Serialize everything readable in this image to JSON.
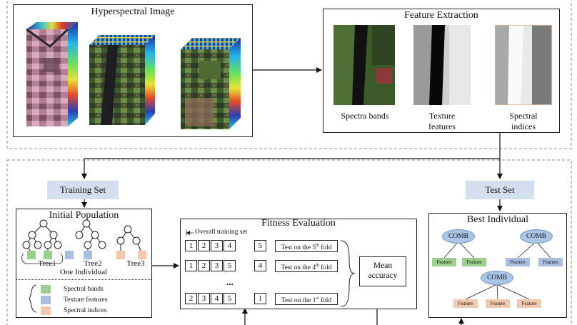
{
  "colors": {
    "spectral_bands": "#9ccf8f",
    "texture_features": "#a9bde0",
    "spectral_indices": "#f3c8ad",
    "label_bg": "#d3deee",
    "comb_node": "#a9c6e8"
  },
  "hyperspectral": {
    "title": "Hyperspectral Image"
  },
  "feature_extraction": {
    "title": "Feature Extraction",
    "items": [
      {
        "label": "Spectra bands"
      },
      {
        "label": "Texture features"
      },
      {
        "label": "Spectral indices"
      }
    ]
  },
  "training_set": {
    "label": "Training Set"
  },
  "test_set": {
    "label": "Test Set"
  },
  "initial_population": {
    "title": "Initial Population",
    "trees": [
      "Tree1",
      "Tree2",
      "Tree3"
    ],
    "individual_label": "One Individual",
    "legend": [
      "Spectral bands",
      "Texture features",
      "Spectral indices"
    ]
  },
  "fitness": {
    "title": "Fitness Evaluation",
    "overall_label": "Overall training set",
    "rows": [
      {
        "folds": [
          "1",
          "2",
          "3",
          "4"
        ],
        "test_fold": "5",
        "test_prefix": "Test on the 5",
        "test_sup": "th",
        "test_suffix": " fold"
      },
      {
        "folds": [
          "1",
          "2",
          "3",
          "5"
        ],
        "test_fold": "4",
        "test_prefix": "Test on the 4",
        "test_sup": "th",
        "test_suffix": " fold"
      },
      {
        "folds": [
          "2",
          "3",
          "4",
          "5"
        ],
        "test_fold": "1",
        "test_prefix": "Test on the 1",
        "test_sup": "st",
        "test_suffix": " fold"
      }
    ],
    "ellipsis": "...",
    "mean_accuracy": "Mean accuracy"
  },
  "best_individual": {
    "title": "Best Individual",
    "comb_label": "COMB",
    "feature_label": "Feature"
  }
}
